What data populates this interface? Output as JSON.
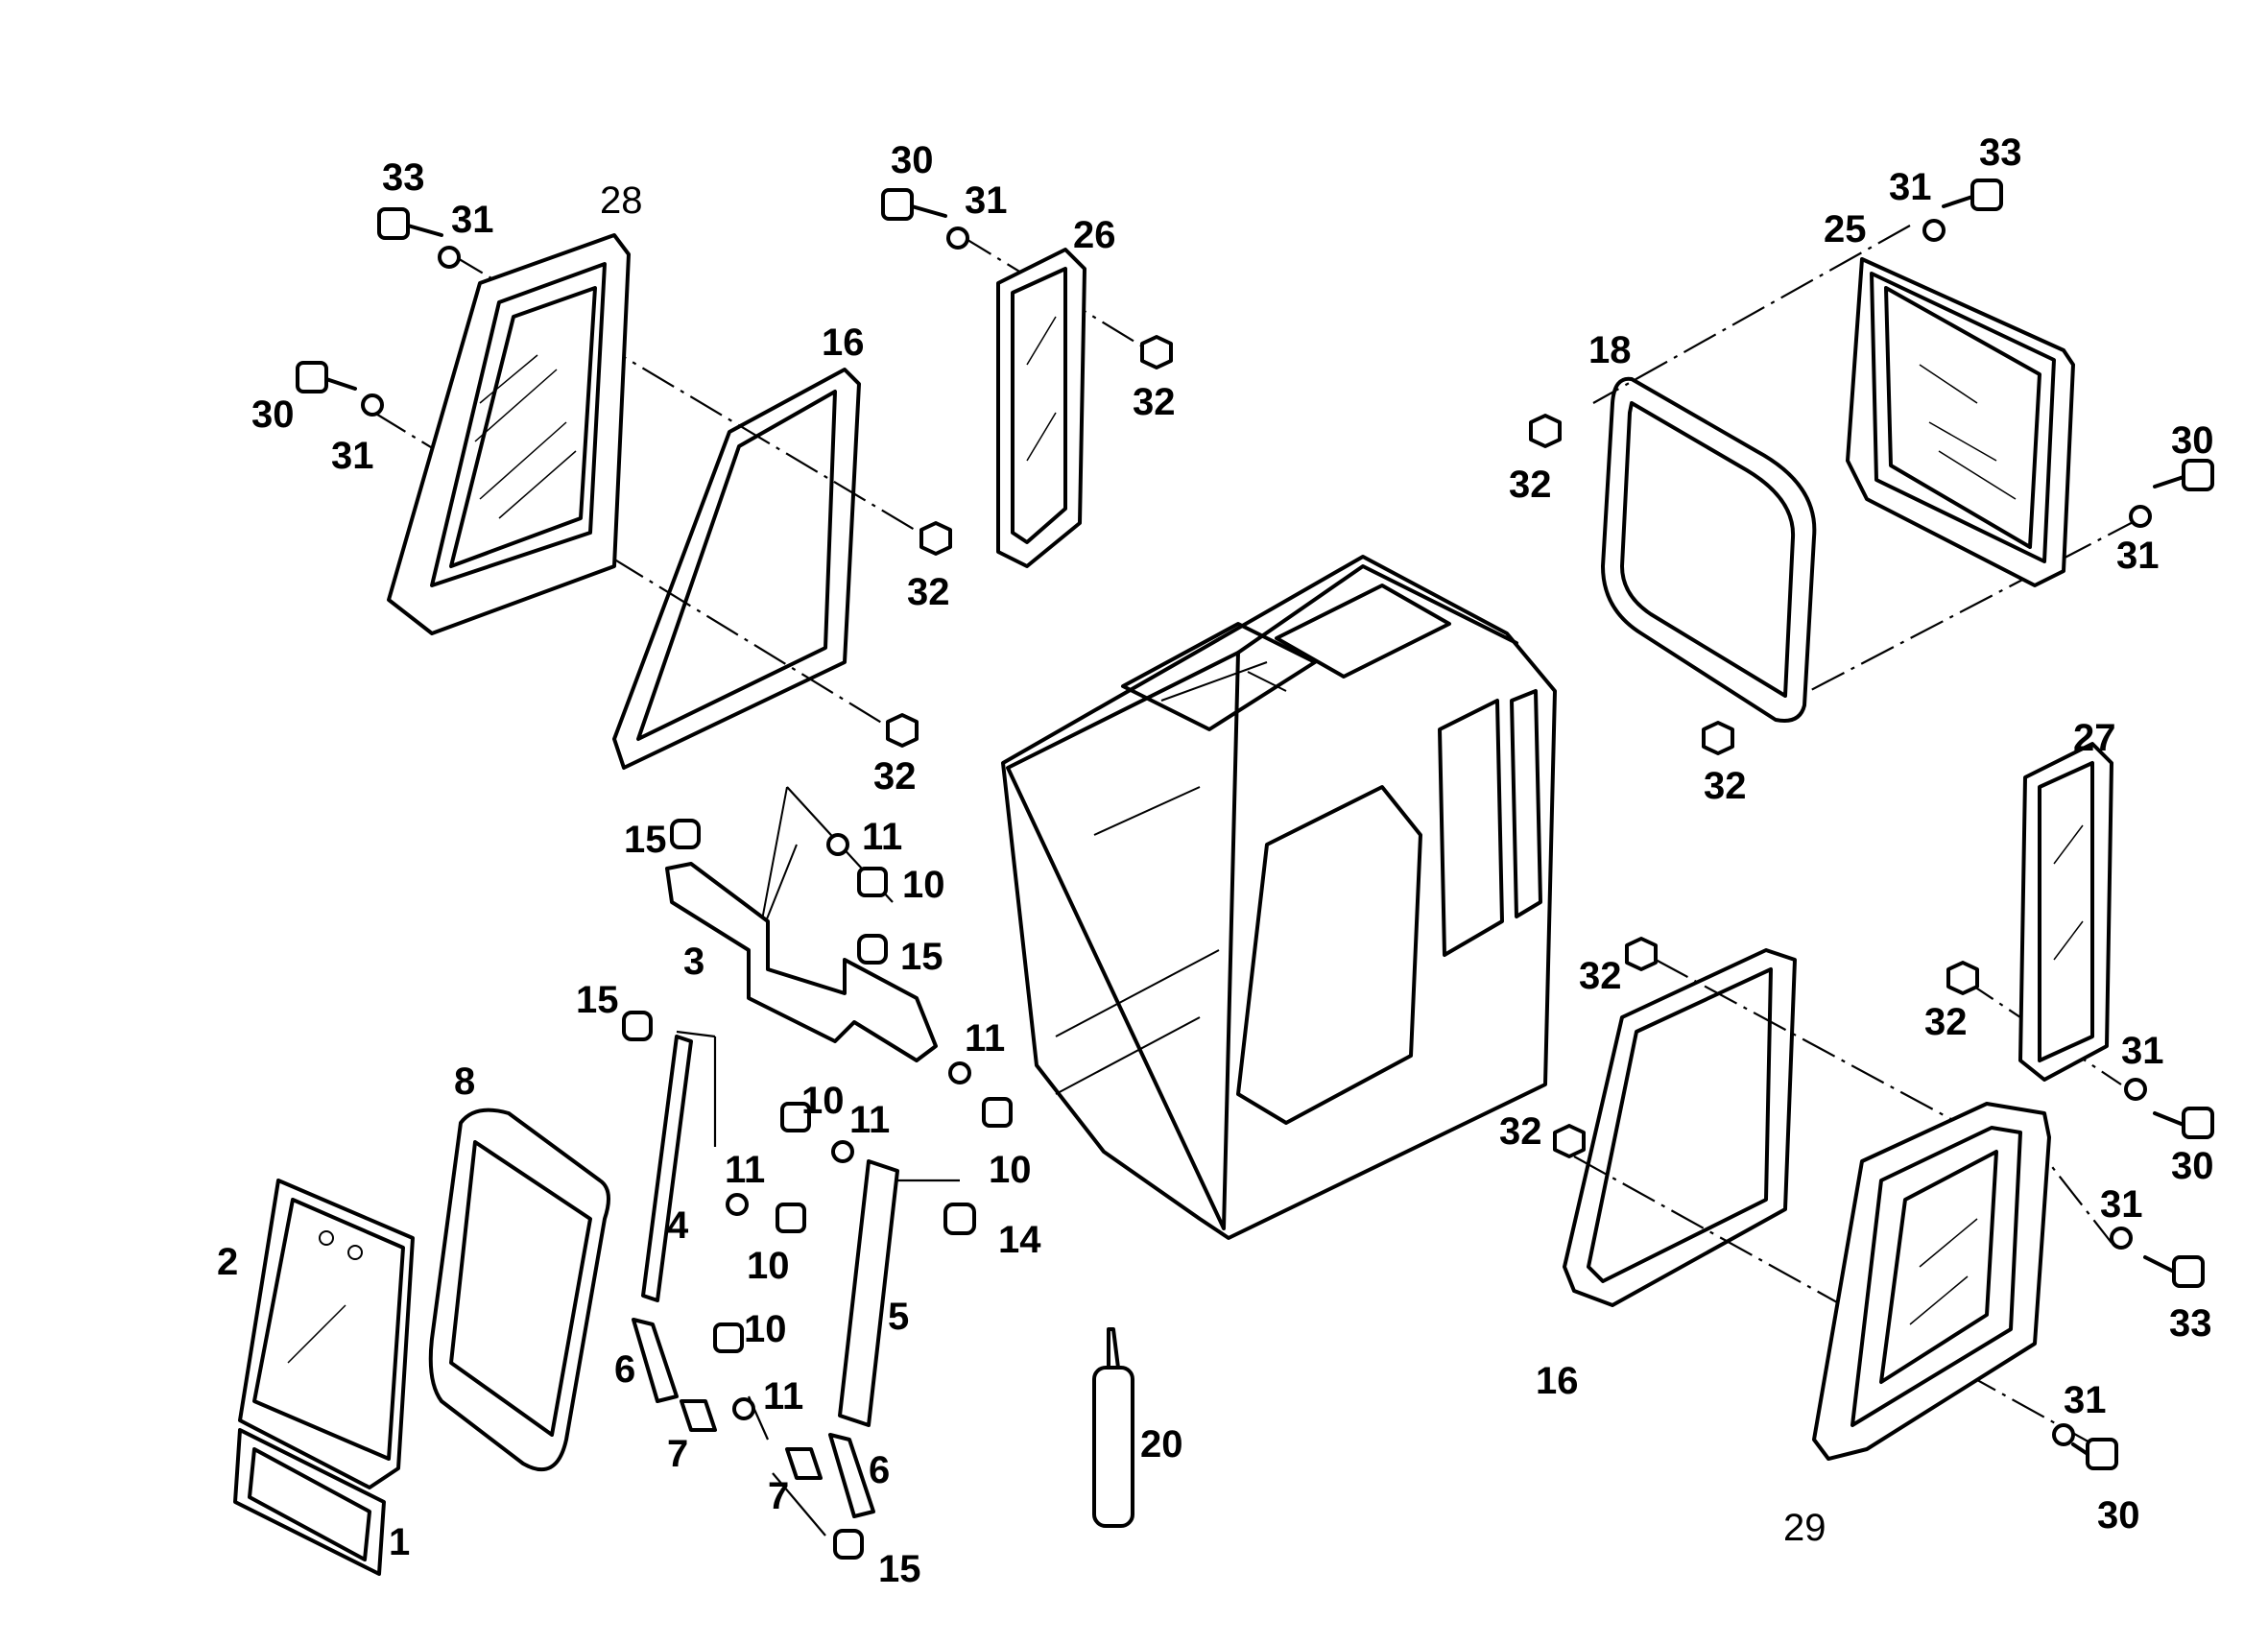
{
  "diagram": {
    "callouts": [
      {
        "id": "c33a",
        "text": "33"
      },
      {
        "id": "c31a",
        "text": "31"
      },
      {
        "id": "c28",
        "text": "28"
      },
      {
        "id": "c30a",
        "text": "30"
      },
      {
        "id": "c31b",
        "text": "31"
      },
      {
        "id": "c16a",
        "text": "16"
      },
      {
        "id": "c32a",
        "text": "32"
      },
      {
        "id": "c32b",
        "text": "32"
      },
      {
        "id": "c30b",
        "text": "30"
      },
      {
        "id": "c31c",
        "text": "31"
      },
      {
        "id": "c26",
        "text": "26"
      },
      {
        "id": "c32c",
        "text": "32"
      },
      {
        "id": "c33b",
        "text": "33"
      },
      {
        "id": "c31d",
        "text": "31"
      },
      {
        "id": "c25",
        "text": "25"
      },
      {
        "id": "c18",
        "text": "18"
      },
      {
        "id": "c32d",
        "text": "32"
      },
      {
        "id": "c30c",
        "text": "30"
      },
      {
        "id": "c31e",
        "text": "31"
      },
      {
        "id": "c32e",
        "text": "32"
      },
      {
        "id": "c27",
        "text": "27"
      },
      {
        "id": "c32f",
        "text": "32"
      },
      {
        "id": "c32g",
        "text": "32"
      },
      {
        "id": "c31f",
        "text": "31"
      },
      {
        "id": "c30d",
        "text": "30"
      },
      {
        "id": "c32h",
        "text": "32"
      },
      {
        "id": "c31g",
        "text": "31"
      },
      {
        "id": "c33c",
        "text": "33"
      },
      {
        "id": "c16b",
        "text": "16"
      },
      {
        "id": "c31h",
        "text": "31"
      },
      {
        "id": "c30e",
        "text": "30"
      },
      {
        "id": "c29",
        "text": "29"
      },
      {
        "id": "c15a",
        "text": "15"
      },
      {
        "id": "c11a",
        "text": "11"
      },
      {
        "id": "c10a",
        "text": "10"
      },
      {
        "id": "c3",
        "text": "3"
      },
      {
        "id": "c15b",
        "text": "15"
      },
      {
        "id": "c11b",
        "text": "11"
      },
      {
        "id": "c10b",
        "text": "10"
      },
      {
        "id": "c15c",
        "text": "15"
      },
      {
        "id": "c8",
        "text": "8"
      },
      {
        "id": "c10c",
        "text": "10"
      },
      {
        "id": "c11c",
        "text": "11"
      },
      {
        "id": "c11d",
        "text": "11"
      },
      {
        "id": "c4",
        "text": "4"
      },
      {
        "id": "c10d",
        "text": "10"
      },
      {
        "id": "c14",
        "text": "14"
      },
      {
        "id": "c2",
        "text": "2"
      },
      {
        "id": "c6a",
        "text": "6"
      },
      {
        "id": "c10e",
        "text": "10"
      },
      {
        "id": "c5",
        "text": "5"
      },
      {
        "id": "c11e",
        "text": "11"
      },
      {
        "id": "c7a",
        "text": "7"
      },
      {
        "id": "c7b",
        "text": "7"
      },
      {
        "id": "c6b",
        "text": "6"
      },
      {
        "id": "c20",
        "text": "20"
      },
      {
        "id": "c1",
        "text": "1"
      },
      {
        "id": "c15d",
        "text": "15"
      }
    ]
  }
}
